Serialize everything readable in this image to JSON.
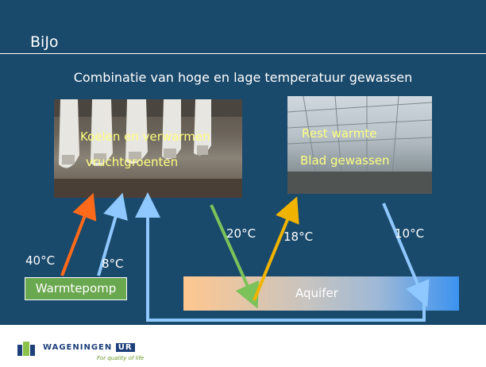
{
  "slide": {
    "title": "BiJo",
    "subtitle": "Combinatie van hoge en lage temperatuur gewassen"
  },
  "photos": {
    "left": {
      "line1": "Koelen en verwarmen",
      "line2": "vruchtgroenten"
    },
    "right": {
      "line1": "Rest warmte",
      "line2": "Blad gewassen"
    }
  },
  "temperatures": {
    "t40": "40°C",
    "t8": "8°C",
    "t20": "20°C",
    "t18": "18°C",
    "t10": "10°C"
  },
  "boxes": {
    "heatpump": "Warmtepomp",
    "aquifer": "Aquifer"
  },
  "footer": {
    "brand": "WAGENINGEN",
    "ur": "UR",
    "tagline": "For quality of life"
  },
  "colors": {
    "background": "#19496b",
    "arrow_hot": "#ff6a1a",
    "arrow_cold": "#8fc8ff",
    "arrow_green": "#7cc25a",
    "arrow_yellow": "#f0b400",
    "photo_text": "#ffff80"
  }
}
